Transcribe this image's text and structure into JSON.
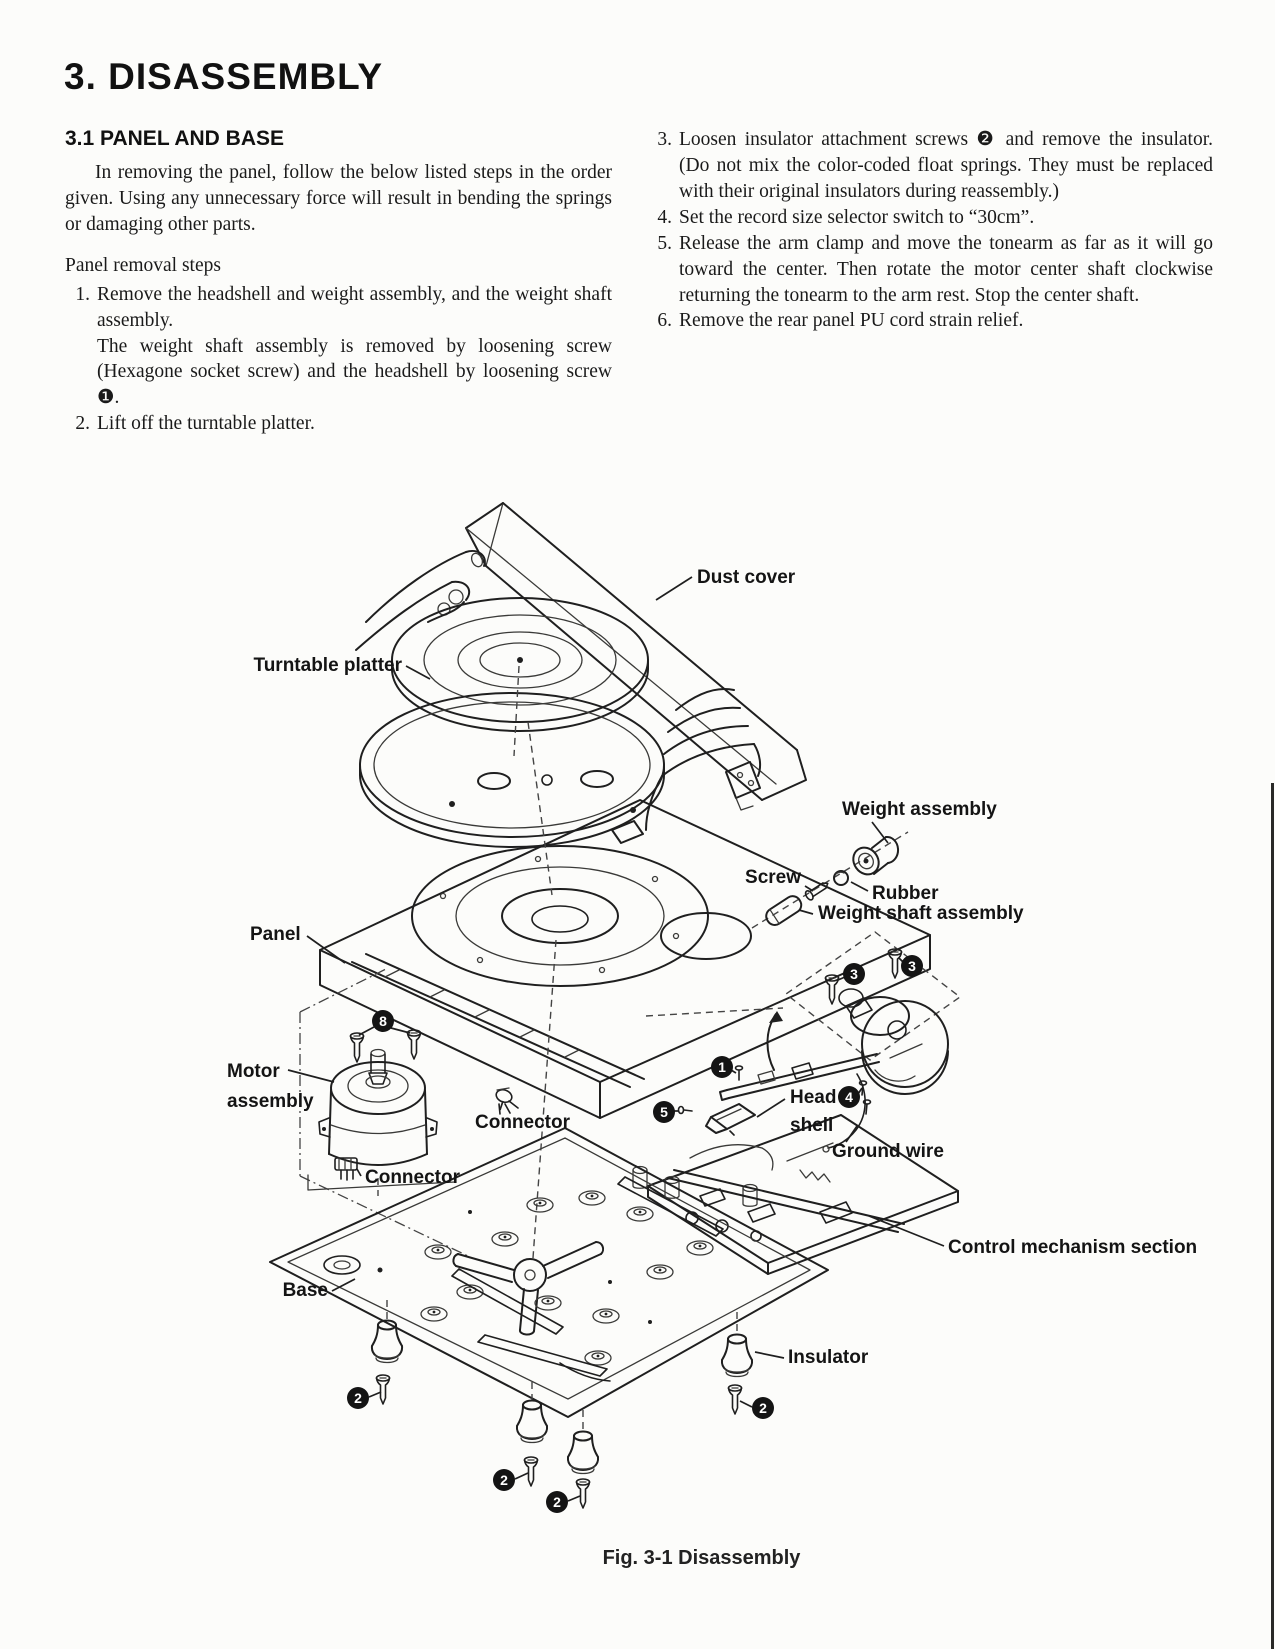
{
  "page": {
    "title": "3. DISASSEMBLY",
    "caption": "Fig. 3-1  Disassembly"
  },
  "left": {
    "heading": "3.1  PANEL AND BASE",
    "intro": "In removing the panel, follow the below listed steps in the order given.  Using any unnecessary force will result in bending the springs or damaging other parts.",
    "steps_heading": "Panel removal steps",
    "steps": [
      {
        "num": "1.",
        "text": "Remove the headshell and weight assembly, and the weight shaft assembly.",
        "text2": "The weight shaft assembly is removed by loosening screw (Hexagone socket screw) and the headshell by loosening screw ❶."
      },
      {
        "num": "2.",
        "text": "Lift off the turntable platter."
      }
    ]
  },
  "right": {
    "steps": [
      {
        "num": "3.",
        "text": "Loosen insulator attachment screws ❷ and remove the insulator. (Do not mix the color-coded float springs. They must be replaced with their original insulators during reassembly.)"
      },
      {
        "num": "4.",
        "text": "Set the record size selector switch to “30cm”."
      },
      {
        "num": "5.",
        "text": "Release the arm clamp and move the tonearm as far as it will go toward the center. Then rotate the motor center shaft clockwise returning the tonearm to the arm rest. Stop the center shaft."
      },
      {
        "num": "6.",
        "text": "Remove the rear panel PU cord strain relief."
      }
    ]
  },
  "diagram": {
    "labels": {
      "dust_cover": "Dust cover",
      "turntable_platter": "Turntable platter",
      "weight_assembly": "Weight assembly",
      "screw": "Screw",
      "rubber": "Rubber",
      "weight_shaft_assembly": "Weight shaft  assembly",
      "panel": "Panel",
      "motor_line1": "Motor",
      "motor_line2": "assembly",
      "connector_upper": "Connector",
      "connector_lower": "Connector",
      "head_line1": "Head",
      "head_line2": "shell",
      "ground_wire": "Ground  wire",
      "control_mechanism": "Control mechanism section",
      "base": "Base",
      "insulator": "Insulator"
    },
    "badges": {
      "n1": "1",
      "n2": "2",
      "n3": "3",
      "n4": "4",
      "n5": "5",
      "n8": "8"
    }
  }
}
